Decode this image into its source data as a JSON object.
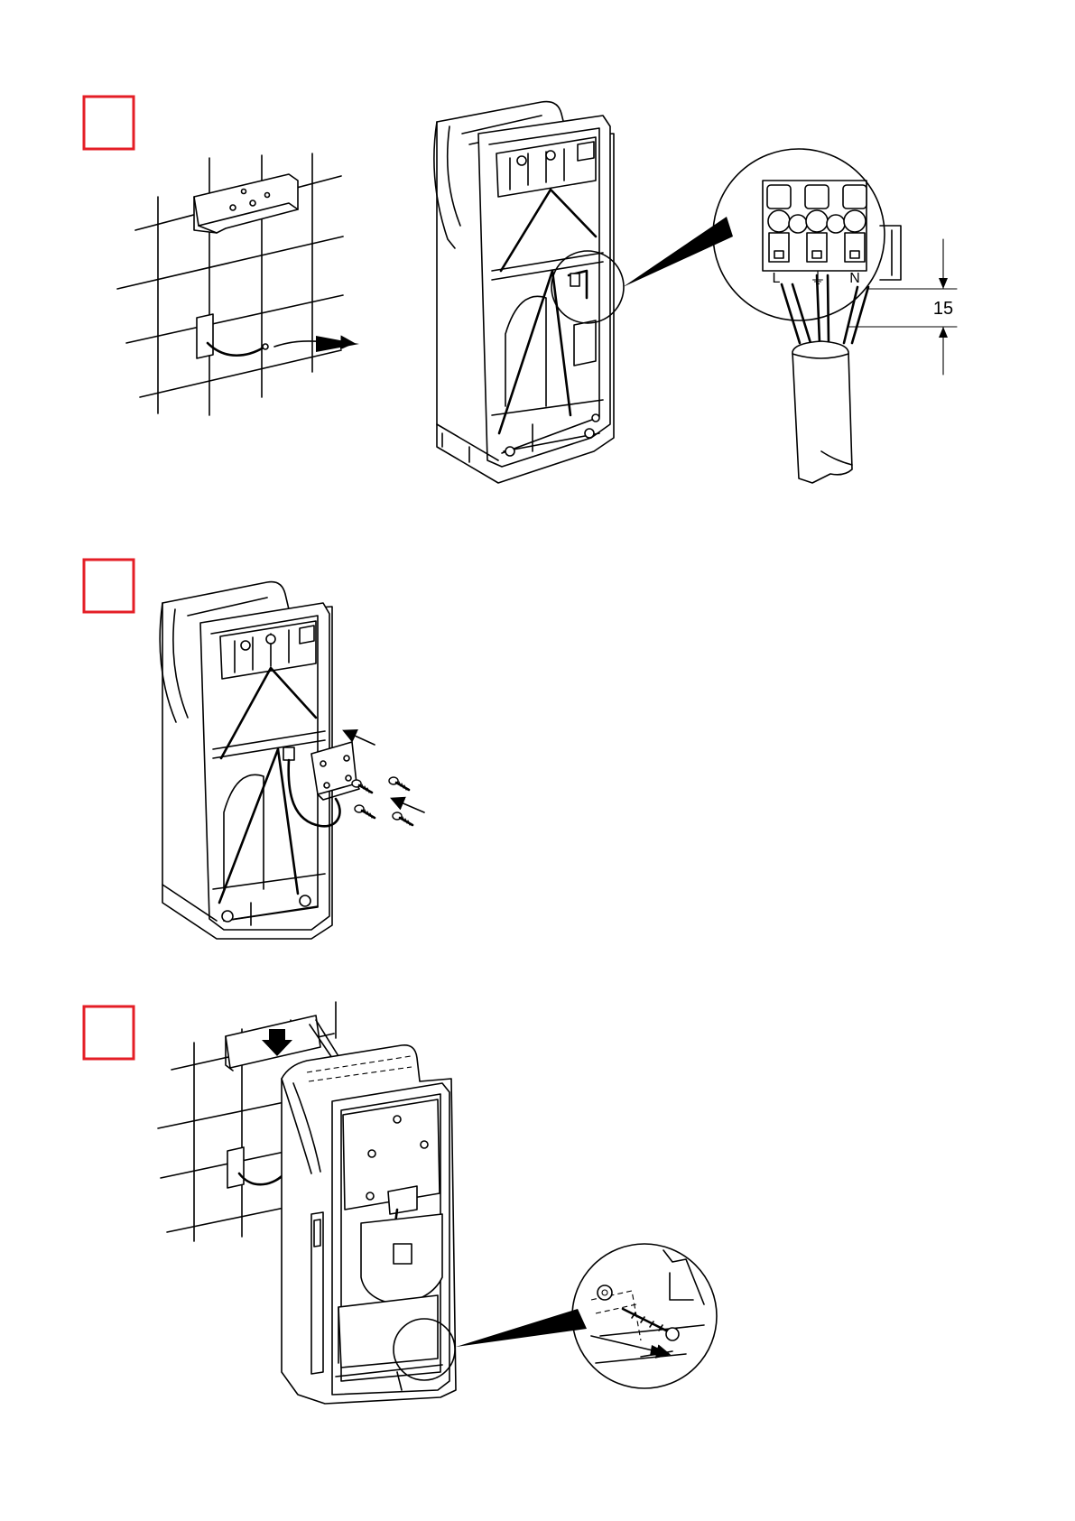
{
  "colors": {
    "step_box": "#e41e26",
    "ink": "#000000",
    "background": "#ffffff"
  },
  "steps": [
    {
      "id": "step-1"
    },
    {
      "id": "step-2"
    },
    {
      "id": "step-3"
    }
  ],
  "terminal_labels": {
    "line": "L",
    "earth": "⏚",
    "neutral": "N"
  },
  "dimension": {
    "strip_length": "15"
  }
}
